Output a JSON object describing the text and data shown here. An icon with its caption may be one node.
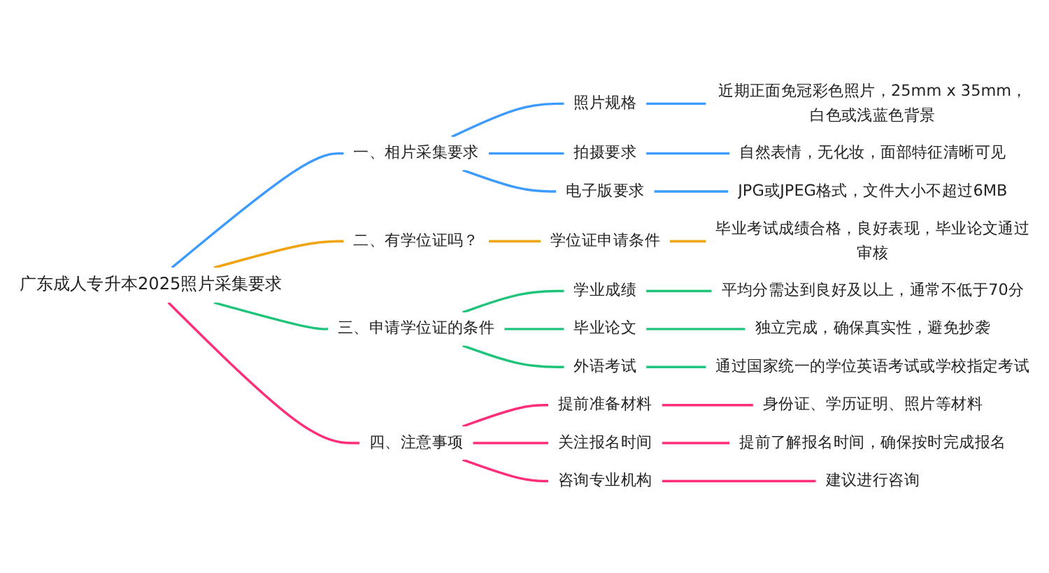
{
  "diagram": {
    "nodes": [
      {
        "text": [
          "广东成人专升本2025照片采集要求"
        ]
      },
      {
        "text": [
          "一、相片采集要求"
        ]
      },
      {
        "text": [
          "照片规格"
        ]
      },
      {
        "text": [
          "近期正面免冠彩色照片，25mm x 35mm，白色或浅蓝色背景"
        ]
      },
      {
        "text": [
          "拍摄要求"
        ]
      },
      {
        "text": [
          "自然表情，无化妆，面部特征清晰可见"
        ]
      },
      {
        "text": [
          "电子版要求"
        ]
      },
      {
        "text": [
          "JPG或JPEG格式，文件大小不超过6MB"
        ]
      },
      {
        "text": [
          "二、有学位证吗？"
        ]
      },
      {
        "text": [
          "学位证申请条件"
        ]
      },
      {
        "text": [
          "毕业考试成绩合格，良好表现，毕业论文通过审核"
        ]
      },
      {
        "text": [
          "三、申请学位证的条件"
        ]
      },
      {
        "text": [
          "学业成绩"
        ]
      },
      {
        "text": [
          "平均分需达到良好及以上，通常不低于70分"
        ]
      },
      {
        "text": [
          "毕业论文"
        ]
      },
      {
        "text": [
          "独立完成，确保真实性，避免抄袭"
        ]
      },
      {
        "text": [
          "外语考试"
        ]
      },
      {
        "text": [
          "通过国家统一的学位英语考试或学校指定考试"
        ]
      },
      {
        "text": [
          "四、注意事项"
        ]
      },
      {
        "text": [
          "提前准备材料"
        ]
      },
      {
        "text": [
          "身份证、学历证明、照片等材料"
        ]
      },
      {
        "text": [
          "关注报名时间"
        ]
      },
      {
        "text": [
          "提前了解报名时间，确保按时完成报名"
        ]
      },
      {
        "text": [
          "咨询专业机构"
        ]
      },
      {
        "text": [
          "建议进行咨询"
        ]
      }
    ],
    "edges": [
      {
        "from": 0,
        "to": 1,
        "arrow": "none",
        "color": "#3d9bff"
      },
      {
        "from": 1,
        "to": 2,
        "arrow": "none",
        "color": "#3d9bff"
      },
      {
        "from": 2,
        "to": 3,
        "arrow": "none",
        "color": "#3d9bff"
      },
      {
        "from": 1,
        "to": 4,
        "arrow": "none",
        "color": "#3d9bff"
      },
      {
        "from": 4,
        "to": 5,
        "arrow": "none",
        "color": "#3d9bff"
      },
      {
        "from": 1,
        "to": 6,
        "arrow": "none",
        "color": "#3d9bff"
      },
      {
        "from": 6,
        "to": 7,
        "arrow": "none",
        "color": "#3d9bff"
      },
      {
        "from": 0,
        "to": 8,
        "arrow": "none",
        "color": "#f0a30a"
      },
      {
        "from": 8,
        "to": 9,
        "arrow": "none",
        "color": "#f0a30a"
      },
      {
        "from": 9,
        "to": 10,
        "arrow": "none",
        "color": "#f0a30a"
      },
      {
        "from": 0,
        "to": 11,
        "arrow": "none",
        "color": "#1fc47a"
      },
      {
        "from": 11,
        "to": 12,
        "arrow": "none",
        "color": "#1fc47a"
      },
      {
        "from": 12,
        "to": 13,
        "arrow": "none",
        "color": "#1fc47a"
      },
      {
        "from": 11,
        "to": 14,
        "arrow": "none",
        "color": "#1fc47a"
      },
      {
        "from": 14,
        "to": 15,
        "arrow": "none",
        "color": "#1fc47a"
      },
      {
        "from": 11,
        "to": 16,
        "arrow": "none",
        "color": "#1fc47a"
      },
      {
        "from": 16,
        "to": 17,
        "arrow": "none",
        "color": "#1fc47a"
      },
      {
        "from": 0,
        "to": 18,
        "arrow": "none",
        "color": "#ff2d7a"
      },
      {
        "from": 18,
        "to": 19,
        "arrow": "none",
        "color": "#ff2d7a"
      },
      {
        "from": 19,
        "to": 20,
        "arrow": "none",
        "color": "#ff2d7a"
      },
      {
        "from": 18,
        "to": 21,
        "arrow": "none",
        "color": "#ff2d7a"
      },
      {
        "from": 21,
        "to": 22,
        "arrow": "none",
        "color": "#ff2d7a"
      },
      {
        "from": 18,
        "to": 23,
        "arrow": "none",
        "color": "#ff2d7a"
      },
      {
        "from": 23,
        "to": 24,
        "arrow": "none",
        "color": "#ff2d7a"
      }
    ]
  }
}
